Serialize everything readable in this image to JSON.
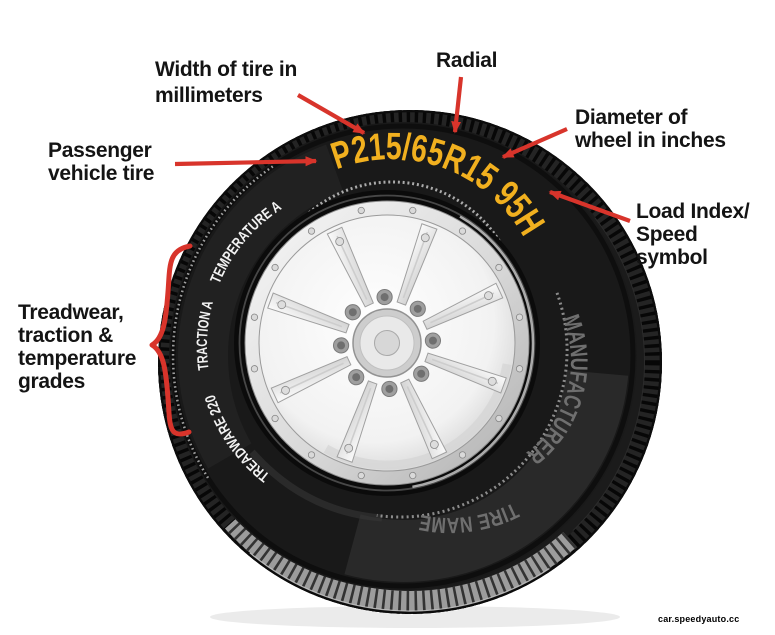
{
  "callouts": {
    "width": {
      "line1": "Width of tire in",
      "line2": "millimeters"
    },
    "radial": {
      "text": "Radial"
    },
    "diameter": {
      "line1": "Diameter of",
      "line2": "wheel in inches"
    },
    "load_index": {
      "line1": "Load Index/",
      "line2": "Speed",
      "line3": "symbol"
    },
    "passenger": {
      "line1": "Passenger",
      "line2": "vehicle tire"
    },
    "grades": {
      "line1": "Treadwear,",
      "line2": "traction &",
      "line3": "temperature",
      "line4": "grades"
    }
  },
  "sidewall": {
    "size_marking": "P215/65R15 95H",
    "treadwear_grade": "TREADWARE 220",
    "traction_grade": "TRACTION A",
    "temperature_grade": "TEMPERATURE A",
    "manufacturer": "MANUFACTURER",
    "tire_name": "TIRE NAME"
  },
  "watermark": "car.speedyauto.cc",
  "colors": {
    "arrow_red": "#d8342b",
    "marking_yellow": "#F1B01F",
    "grade_white": "#F2F2F2",
    "sidewall_gray": "#6F6F6F",
    "label_black": "#141414"
  }
}
